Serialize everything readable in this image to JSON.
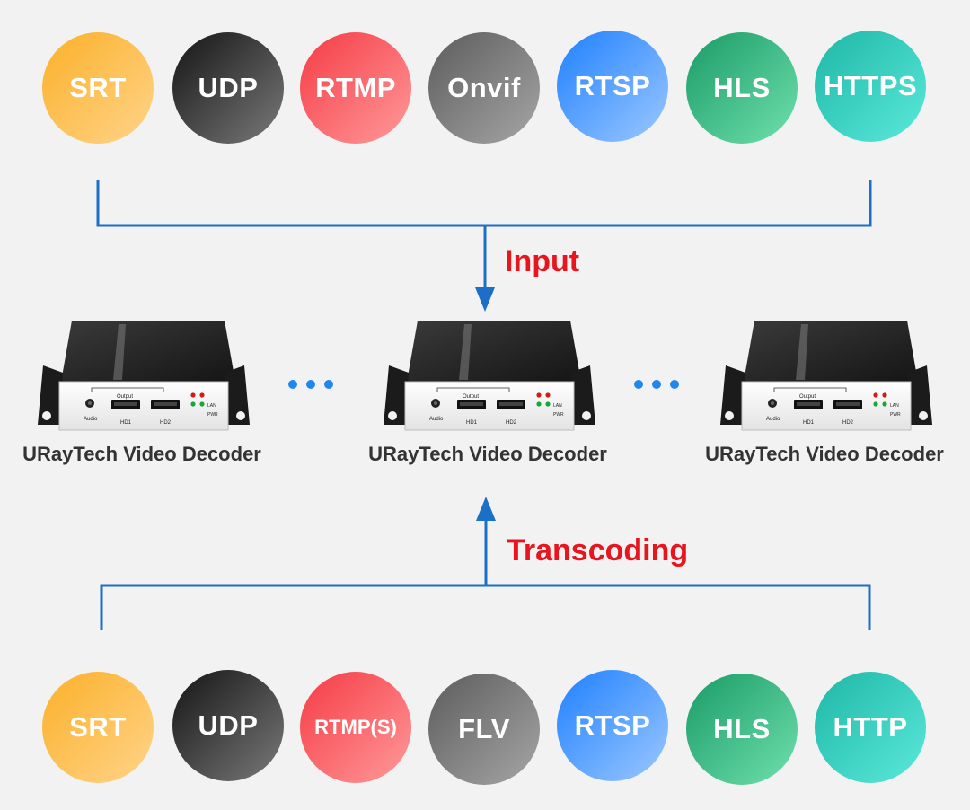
{
  "top_protocols": [
    {
      "label": "SRT",
      "color": "#fbb029"
    },
    {
      "label": "UDP",
      "color": "#2a2a2a"
    },
    {
      "label": "RTMP",
      "color": "#f53b45"
    },
    {
      "label": "Onvif",
      "color": "#7a7a7a"
    },
    {
      "label": "RTSP",
      "color": "#1e80ff"
    },
    {
      "label": "HLS",
      "color": "#1a9b67"
    },
    {
      "label": "HTTPS",
      "color": "#1eb7a6"
    }
  ],
  "bottom_protocols": [
    {
      "label": "SRT",
      "color": "#fbb029"
    },
    {
      "label": "UDP",
      "color": "#2a2a2a"
    },
    {
      "label": "RTMP(S)",
      "color": "#f53b45"
    },
    {
      "label": "FLV",
      "color": "#7a7a7a"
    },
    {
      "label": "RTSP",
      "color": "#1e80ff"
    },
    {
      "label": "HLS",
      "color": "#1a9b67"
    },
    {
      "label": "HTTP",
      "color": "#1eb7a6"
    }
  ],
  "input_label": "Input",
  "transcoding_label": "Transcoding",
  "devices": [
    {
      "name": "URayTech Video Decoder"
    },
    {
      "name": "URayTech Video Decoder"
    },
    {
      "name": "URayTech Video Decoder"
    }
  ],
  "device_panel": {
    "output": "Output",
    "audio": "Audio",
    "hd1": "HD1",
    "hd2": "HD2",
    "lan": "LAN",
    "pwr": "PWR"
  },
  "colors": {
    "line": "#1c6fc6",
    "arrow": "#1c6fc6",
    "accent_red": "#e8141e",
    "dots": "#1e88f0"
  }
}
